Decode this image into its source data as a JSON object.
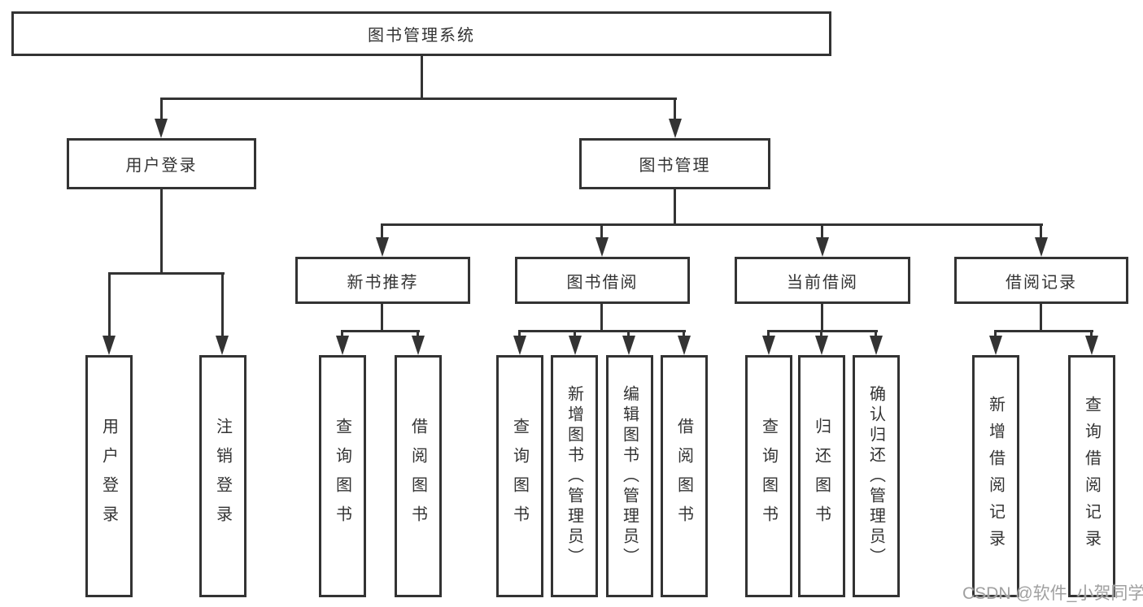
{
  "diagram": {
    "root": {
      "label": "图书管理系统",
      "children": [
        {
          "label": "用户登录",
          "children": [
            {
              "label": "用户登录"
            },
            {
              "label": "注销登录"
            }
          ]
        },
        {
          "label": "图书管理",
          "children": [
            {
              "label": "新书推荐",
              "children": [
                {
                  "label": "查询图书"
                },
                {
                  "label": "借阅图书"
                }
              ]
            },
            {
              "label": "图书借阅",
              "children": [
                {
                  "label": "查询图书"
                },
                {
                  "label": "新增图书（管理员）"
                },
                {
                  "label": "编辑图书（管理员）"
                },
                {
                  "label": "借阅图书"
                }
              ]
            },
            {
              "label": "当前借阅",
              "children": [
                {
                  "label": "查询图书"
                },
                {
                  "label": "归还图书"
                },
                {
                  "label": "确认归还（管理员）"
                }
              ]
            },
            {
              "label": "借阅记录",
              "children": [
                {
                  "label": "新增借阅记录"
                },
                {
                  "label": "查询借阅记录"
                }
              ]
            }
          ]
        }
      ]
    }
  },
  "colors": {
    "line": "#333333",
    "text": "#333333",
    "background": "#ffffff",
    "watermark": "#a0a0a0"
  },
  "watermark": {
    "text": "CSDN @软件_小贺同学"
  }
}
